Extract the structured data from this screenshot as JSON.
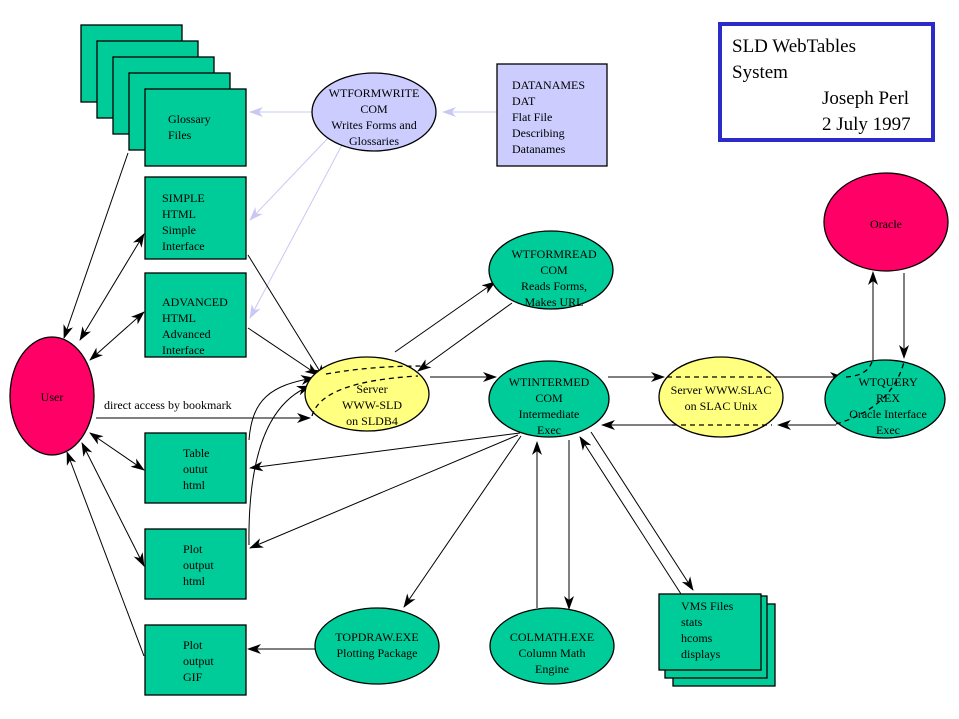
{
  "title_box": {
    "lines": [
      "SLD WebTables",
      "System",
      "Joseph Perl",
      "2 July 1997"
    ],
    "border_color": "#2b2bc8"
  },
  "colors": {
    "green": "#00cc99",
    "blue_light": "#ccccff",
    "yellow": "#ffff80",
    "magenta": "#ff0066",
    "light_edge": "#c8c8f4"
  },
  "nodes": {
    "glossary_files": {
      "lines": [
        "Glossary",
        "Files"
      ]
    },
    "wtformwrite": {
      "lines": [
        "WTFORMWRITE",
        "COM",
        "Writes Forms and",
        "Glossaries"
      ]
    },
    "datanames": {
      "lines": [
        "DATANAMES",
        "DAT",
        "Flat File",
        "Describing",
        "Datanames"
      ]
    },
    "simple_html": {
      "lines": [
        "SIMPLE",
        "HTML",
        "Simple",
        "Interface"
      ]
    },
    "advanced_html": {
      "lines": [
        "ADVANCED",
        "HTML",
        "Advanced",
        "Interface"
      ]
    },
    "wtformread": {
      "lines": [
        "WTFORMREAD",
        "COM",
        "Reads Forms,",
        "Makes URL"
      ]
    },
    "oracle": {
      "lines": [
        "Oracle"
      ]
    },
    "user": {
      "lines": [
        "User"
      ]
    },
    "server_sld": {
      "lines": [
        "Server",
        "WWW-SLD",
        "on SLDB4"
      ]
    },
    "wtintermed": {
      "lines": [
        "WTINTERMED",
        "COM",
        "Intermediate",
        "Exec"
      ]
    },
    "server_slac": {
      "lines": [
        "Server WWW.SLAC",
        "on SLAC Unix"
      ]
    },
    "wtquery": {
      "lines": [
        "WTQUERY",
        "REX",
        "Oracle Interface",
        "Exec"
      ]
    },
    "table_output": {
      "lines": [
        "Table",
        "outut",
        "html"
      ]
    },
    "plot_output_html": {
      "lines": [
        "Plot",
        "output",
        "html"
      ]
    },
    "plot_output_gif": {
      "lines": [
        "Plot",
        "output",
        "GIF"
      ]
    },
    "topdraw": {
      "lines": [
        "TOPDRAW.EXE",
        "Plotting Package"
      ]
    },
    "colmath": {
      "lines": [
        "COLMATH.EXE",
        "Column Math",
        "Engine"
      ]
    },
    "vms_files": {
      "lines": [
        "VMS  Files",
        "stats",
        "hcoms",
        "displays"
      ]
    }
  },
  "edge_labels": {
    "bookmark": "direct access by bookmark"
  }
}
